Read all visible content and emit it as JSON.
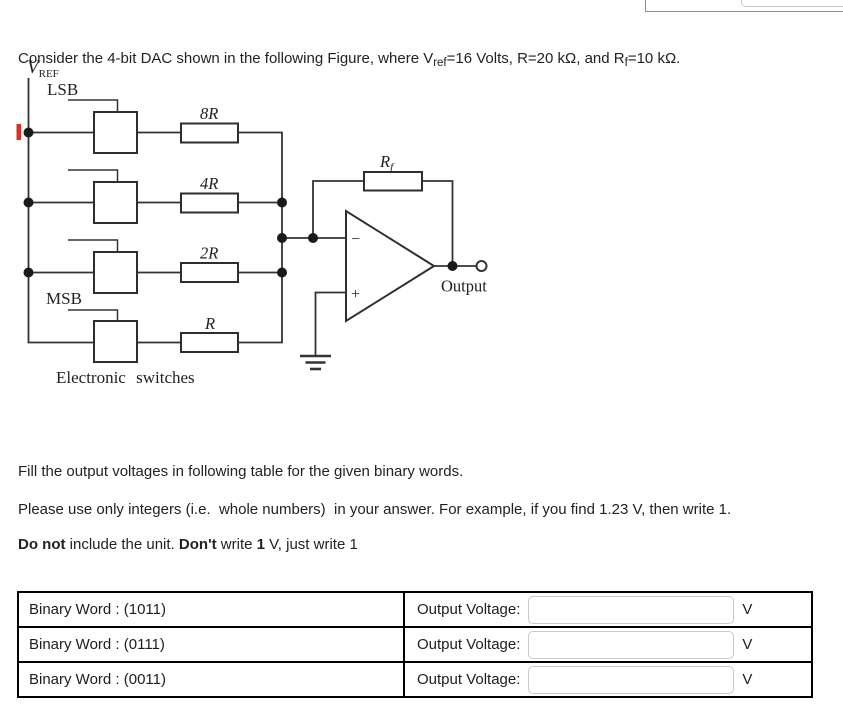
{
  "header": {
    "title_parts": {
      "p1": "Consider the 4-bit DAC shown in the following Figure, where V",
      "sub1": "ref",
      "p2": "=16 Volts, R=20 kΩ, and R",
      "sub2": "f",
      "p3": "=10 kΩ."
    }
  },
  "circuit": {
    "labels": {
      "vref_main": "V",
      "vref_sub": "REF",
      "lsb": "LSB",
      "msb": "MSB",
      "r8": "8R",
      "r4": "4R",
      "r2": "2R",
      "r": "R",
      "rf_main": "R",
      "rf_sub": "f",
      "inverting": "−",
      "noninverting": "+",
      "output": "Output",
      "caption": "Electronic switches"
    }
  },
  "instructions": {
    "line1": "Fill the output voltages in following table for the given binary words.",
    "line2": "Please use only integers (i.e.  whole numbers)  in your answer. For example, if you find 1.23 V, then write 1.",
    "line3": {
      "bold1": "Do not",
      "text1": " include the unit. ",
      "bold2": "Don't",
      "text2": " write ",
      "bold3": "1",
      "text3": " V, just write 1"
    }
  },
  "table": {
    "rows": [
      {
        "binary_label": "Binary Word : (1011)",
        "output_label": "Output Voltage:",
        "value": "",
        "unit": "V"
      },
      {
        "binary_label": "Binary Word : (0111)",
        "output_label": "Output Voltage:",
        "value": "",
        "unit": "V"
      },
      {
        "binary_label": "Binary Word : (0011)",
        "output_label": "Output Voltage:",
        "value": "",
        "unit": "V"
      }
    ]
  },
  "colors": {
    "cursor_red": "#d93025",
    "circuit_line": "#333333",
    "table_border": "#000000",
    "input_border": "#c9c9c9"
  }
}
